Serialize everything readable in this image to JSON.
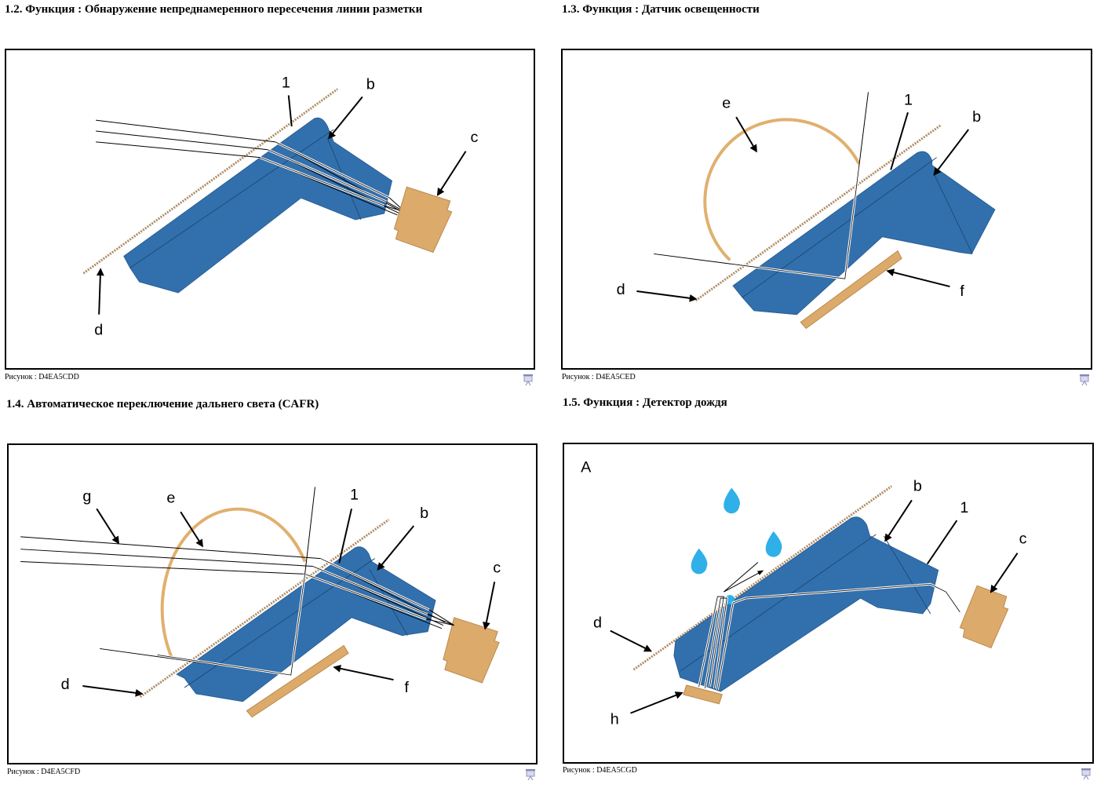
{
  "colors": {
    "prism_blue": "#3270ad",
    "prism_edge": "#2a5f95",
    "sensor_tan": "#dcaa6a",
    "sensor_edge": "#b98a4e",
    "arc_tan": "#e0b06e",
    "glass_dots": "#b08a62",
    "drop_blue": "#2fb0e8",
    "frame_border": "#000000"
  },
  "sections": [
    {
      "id": "1.2",
      "title": "1.2. Функция : Обнаружение непреднамеренного пересечения линии разметки",
      "caption": "Рисунок : D4EA5CDD",
      "icon": "presentation-icon",
      "labels": {
        "one": "1",
        "b": "b",
        "c": "c",
        "d": "d"
      }
    },
    {
      "id": "1.3",
      "title": "1.3. Функция : Датчик освещенности",
      "caption": "Рисунок : D4EA5CED",
      "icon": "presentation-icon",
      "labels": {
        "e": "e",
        "one": "1",
        "b": "b",
        "d": "d",
        "f": "f"
      }
    },
    {
      "id": "1.4",
      "title": "1.4. Автоматическое переключение дальнего света (CAFR)",
      "caption": "Рисунок : D4EA5CFD",
      "icon": "presentation-icon",
      "labels": {
        "g": "g",
        "e": "e",
        "one": "1",
        "b": "b",
        "c": "c",
        "d": "d",
        "f": "f"
      }
    },
    {
      "id": "1.5",
      "title": "1.5. Функция : Детектор дождя",
      "caption": "Рисунок : D4EA5CGD",
      "icon": "presentation-icon",
      "labels": {
        "A": "A",
        "b": "b",
        "one": "1",
        "c": "c",
        "d": "d",
        "h": "h"
      }
    }
  ]
}
